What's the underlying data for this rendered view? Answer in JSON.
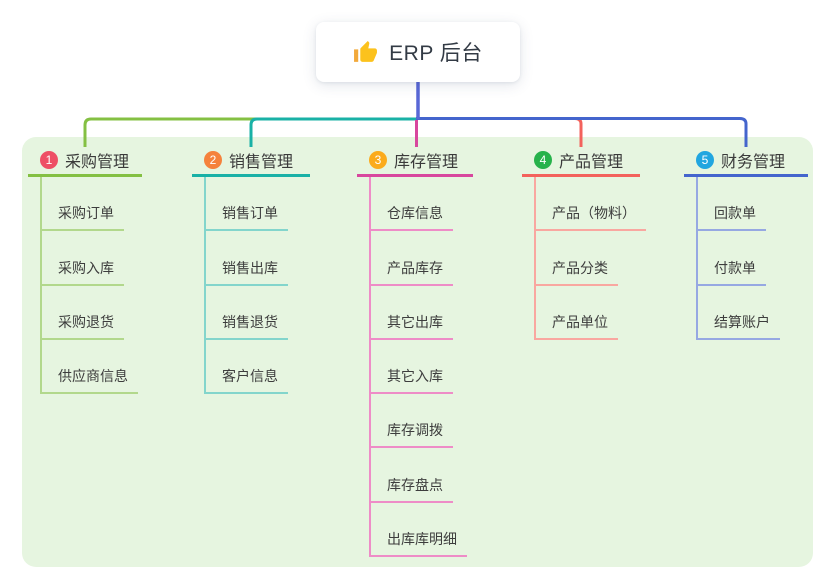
{
  "root": {
    "label": "ERP 后台",
    "icon": "thumbs-up-icon",
    "line_color": "#5867d6"
  },
  "colors": {
    "page_background": "#ffffff",
    "panel_background": "#e6f5e0",
    "root_text": "#333b45",
    "node_text": "#3d3d3d",
    "thumb_main": "#fcc21d",
    "thumb_cuff": "#f2a93b"
  },
  "branches": [
    {
      "index": "1",
      "label": "采购管理",
      "badge_color": "#ee4f65",
      "line_color": "#84c043",
      "light_color": "#b2d88c",
      "children": [
        "采购订单",
        "采购入库",
        "采购退货",
        "供应商信息"
      ]
    },
    {
      "index": "2",
      "label": "销售管理",
      "badge_color": "#f5823c",
      "line_color": "#19b1a6",
      "light_color": "#83d5cc",
      "children": [
        "销售订单",
        "销售出库",
        "销售退货",
        "客户信息"
      ]
    },
    {
      "index": "3",
      "label": "库存管理",
      "badge_color": "#fbab1c",
      "line_color": "#d8479e",
      "light_color": "#ee8cc7",
      "children": [
        "仓库信息",
        "产品库存",
        "其它出库",
        "其它入库",
        "库存调拨",
        "库存盘点",
        "出库库明细"
      ]
    },
    {
      "index": "4",
      "label": "产品管理",
      "badge_color": "#27b24b",
      "line_color": "#f3625c",
      "light_color": "#f9a7a0",
      "children": [
        "产品（物料）",
        "产品分类",
        "产品单位"
      ]
    },
    {
      "index": "5",
      "label": "财务管理",
      "badge_color": "#21a6e0",
      "line_color": "#4465cd",
      "light_color": "#96a8e2",
      "children": [
        "回款单",
        "付款单",
        "结算账户"
      ]
    }
  ]
}
